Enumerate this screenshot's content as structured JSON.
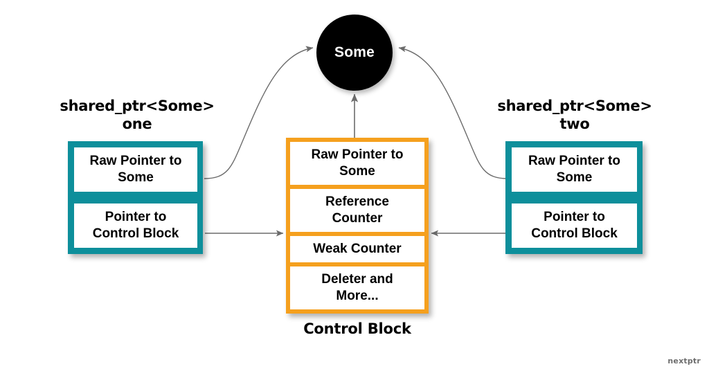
{
  "diagram": {
    "title_caption": "Control Block",
    "watermark": "nextptr",
    "colors": {
      "teal": "#0d8f9b",
      "orange": "#f5a01e",
      "object": "#000000",
      "arrow": "#6b6b6b",
      "background": "#ffffff"
    }
  },
  "object_node": {
    "label": "Some"
  },
  "shared_ptr_one": {
    "title": "shared_ptr<Some>\none",
    "cells": [
      "Raw Pointer to\nSome",
      "Pointer to\nControl Block"
    ]
  },
  "shared_ptr_two": {
    "title": "shared_ptr<Some>\ntwo",
    "cells": [
      "Raw Pointer to\nSome",
      "Pointer to\nControl Block"
    ]
  },
  "control_block": {
    "caption": "Control Block",
    "cells": [
      "Raw Pointer to\nSome",
      "Reference\nCounter",
      "Weak Counter",
      "Deleter and\nMore..."
    ]
  },
  "arrows": [
    {
      "name": "one-raw-ptr-to-object",
      "from": "shared_ptr one raw pointer",
      "to": "Some object",
      "style": "curved"
    },
    {
      "name": "two-raw-ptr-to-object",
      "from": "shared_ptr two raw pointer",
      "to": "Some object",
      "style": "curved"
    },
    {
      "name": "control-block-raw-ptr-to-object",
      "from": "control block raw pointer",
      "to": "Some object",
      "style": "straight"
    },
    {
      "name": "one-ctrl-ptr-to-control-block",
      "from": "shared_ptr one control block pointer",
      "to": "Control Block",
      "style": "straight"
    },
    {
      "name": "two-ctrl-ptr-to-control-block",
      "from": "shared_ptr two control block pointer",
      "to": "Control Block",
      "style": "straight"
    }
  ]
}
